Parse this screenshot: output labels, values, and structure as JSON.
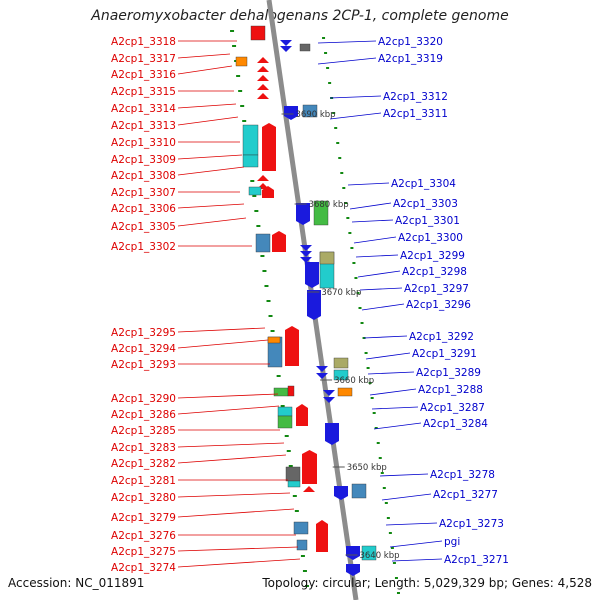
{
  "title": "Anaeromyxobacter dehalogenans 2CP-1, complete genome",
  "footer": {
    "accession": "Accession: NC_011891",
    "summary": "Topology: circular; Length: 5,029,329 bp; Genes: 4,528"
  },
  "ticks": [
    {
      "label": "3690 kbp",
      "pos": 3690
    },
    {
      "label": "3680 kbp",
      "pos": 3680
    },
    {
      "label": "3670 kbp",
      "pos": 3670
    },
    {
      "label": "3660 kbp",
      "pos": 3660
    },
    {
      "label": "3650 kbp",
      "pos": 3650
    },
    {
      "label": "3640 kbp",
      "pos": 3640
    }
  ],
  "colors": {
    "forward_label": "#dd0000",
    "reverse_label": "#0000cc",
    "backbone": "#8c8c8c",
    "dotted_track": "#118811"
  },
  "forward_genes": [
    "A2cp1_3318",
    "A2cp1_3317",
    "A2cp1_3316",
    "A2cp1_3315",
    "A2cp1_3314",
    "A2cp1_3313",
    "A2cp1_3310",
    "A2cp1_3309",
    "A2cp1_3308",
    "A2cp1_3307",
    "A2cp1_3306",
    "A2cp1_3305",
    "A2cp1_3302",
    "A2cp1_3295",
    "A2cp1_3294",
    "A2cp1_3293",
    "A2cp1_3290",
    "A2cp1_3286",
    "A2cp1_3285",
    "A2cp1_3283",
    "A2cp1_3282",
    "A2cp1_3281",
    "A2cp1_3280",
    "A2cp1_3279",
    "A2cp1_3276",
    "A2cp1_3275",
    "A2cp1_3274"
  ],
  "reverse_genes": [
    "A2cp1_3320",
    "A2cp1_3319",
    "A2cp1_3312",
    "A2cp1_3311",
    "A2cp1_3304",
    "A2cp1_3303",
    "A2cp1_3301",
    "A2cp1_3300",
    "A2cp1_3299",
    "A2cp1_3298",
    "A2cp1_3297",
    "A2cp1_3296",
    "A2cp1_3292",
    "A2cp1_3291",
    "A2cp1_3289",
    "A2cp1_3288",
    "A2cp1_3287",
    "A2cp1_3284",
    "A2cp1_3278",
    "A2cp1_3277",
    "A2cp1_3273",
    "pgi",
    "A2cp1_3271"
  ]
}
